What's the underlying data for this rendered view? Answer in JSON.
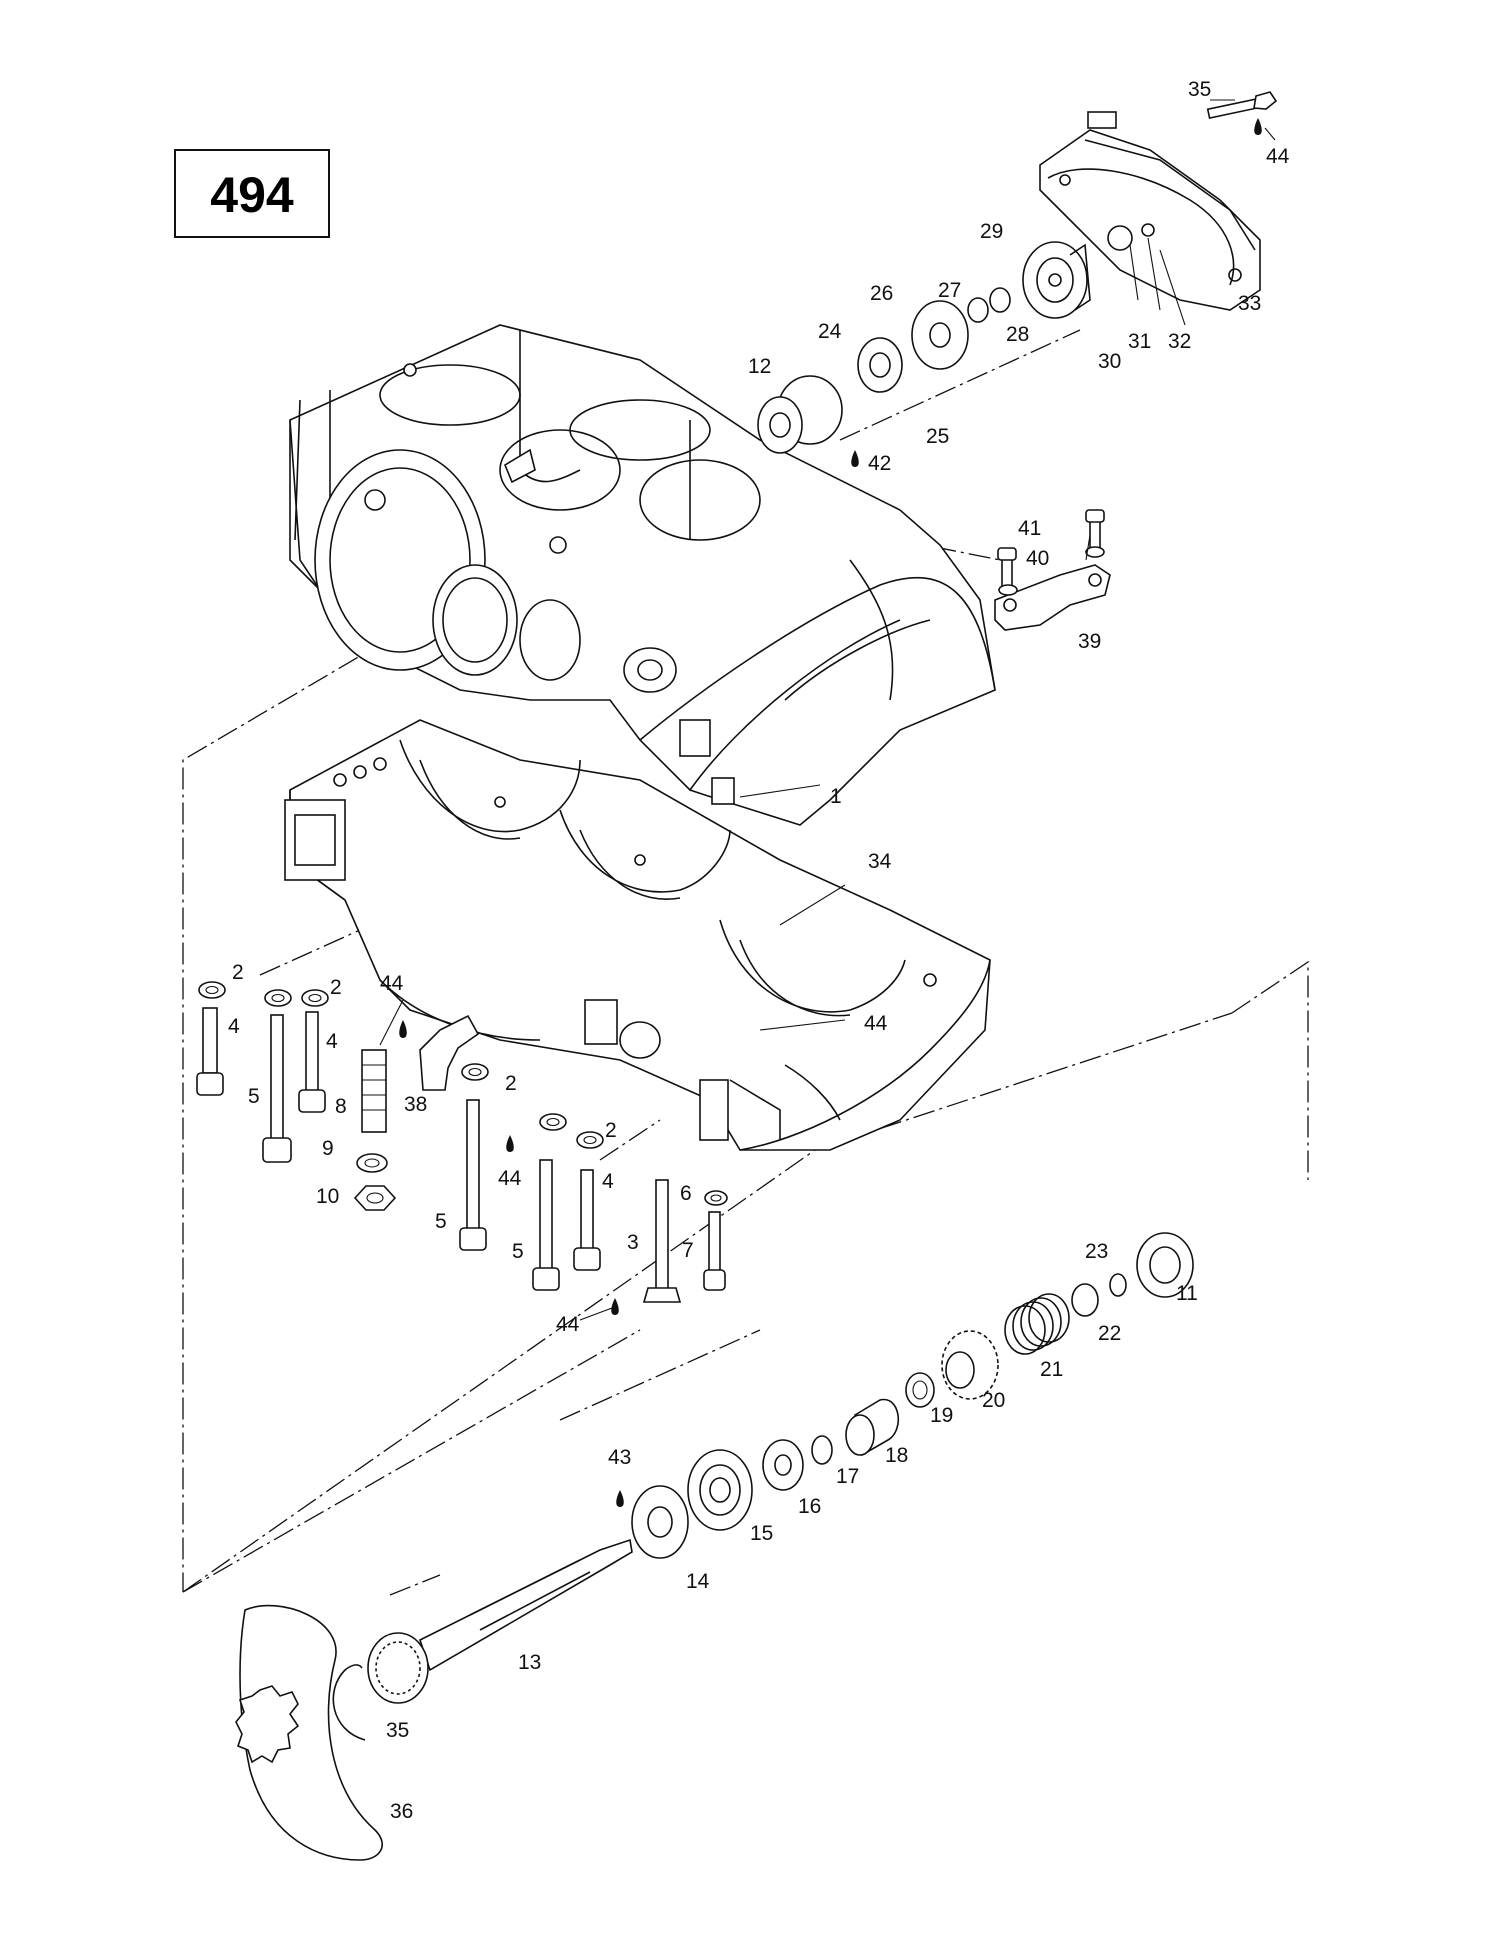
{
  "diagram": {
    "number": "494",
    "labels": {
      "l1": "1",
      "l2a": "2",
      "l2b": "2",
      "l2c": "2",
      "l2d": "2",
      "l3": "3",
      "l4a": "4",
      "l4b": "4",
      "l4c": "4",
      "l5a": "5",
      "l5b": "5",
      "l5c": "5",
      "l6": "6",
      "l7": "7",
      "l8": "8",
      "l9": "9",
      "l10": "10",
      "l11": "11",
      "l12": "12",
      "l13": "13",
      "l14": "14",
      "l15": "15",
      "l16": "16",
      "l17": "17",
      "l18": "18",
      "l19": "19",
      "l20": "20",
      "l21": "21",
      "l22": "22",
      "l23": "23",
      "l24": "24",
      "l25": "25",
      "l26": "26",
      "l27": "27",
      "l28": "28",
      "l29": "29",
      "l30": "30",
      "l31": "31",
      "l32": "32",
      "l33": "33",
      "l34": "34",
      "l35a": "35",
      "l35b": "35",
      "l36": "36",
      "l38": "38",
      "l39": "39",
      "l40": "40",
      "l41": "41",
      "l42": "42",
      "l43": "43",
      "l44a": "44",
      "l44b": "44",
      "l44c": "44",
      "l44d": "44",
      "l44e": "44"
    }
  }
}
